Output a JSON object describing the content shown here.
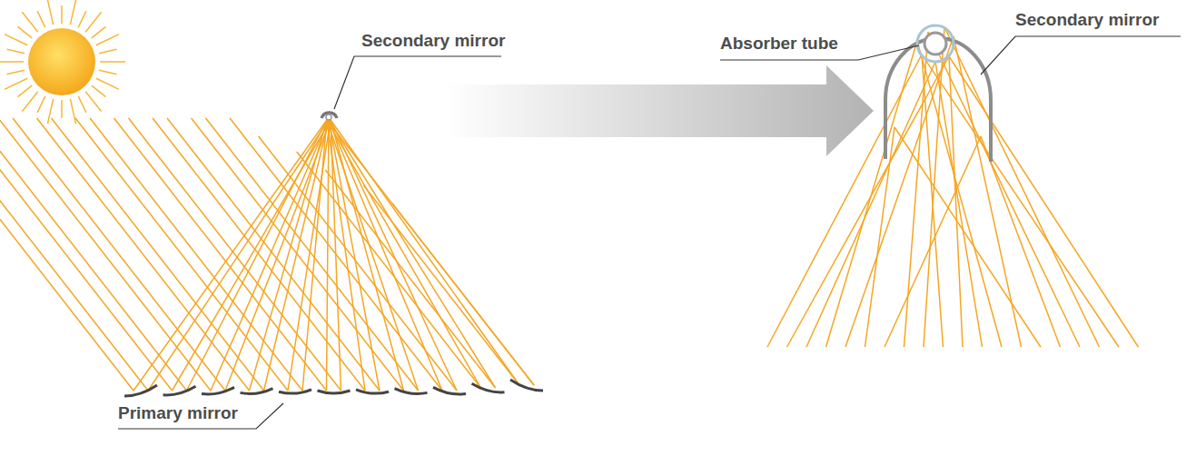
{
  "diagram": {
    "labels": [
      "Secondary mirror",
      "Absorber tube",
      "Secondary mirror",
      "Primary mirror"
    ]
  }
}
